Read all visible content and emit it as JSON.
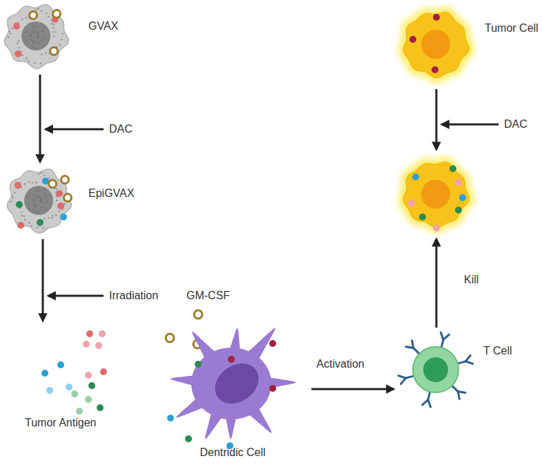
{
  "diagram": {
    "nodes": [
      {
        "text": [
          "GVAX"
        ]
      },
      {
        "text": [
          "EpiGVAX"
        ]
      },
      {
        "text": [
          "Tumor Antigen"
        ]
      },
      {
        "text": [
          "Dentridic Cell"
        ]
      },
      {
        "text": [
          "T Cell"
        ]
      },
      {
        "text": [
          "Tumor Cell"
        ]
      },
      {
        "text": []
      }
    ],
    "edges": [
      {
        "from": 0,
        "to": 1,
        "arrow": "to",
        "label": "DAC"
      },
      {
        "from": 1,
        "to": 2,
        "arrow": "to",
        "label": "Irradiation"
      },
      {
        "from": 3,
        "to": 4,
        "arrow": "to",
        "label": "Activation"
      },
      {
        "from": 4,
        "to": 6,
        "arrow": "to",
        "label": "Kill"
      },
      {
        "from": 5,
        "to": 6,
        "arrow": "to",
        "label": "DAC"
      }
    ],
    "labels": [
      "GM-CSF"
    ]
  }
}
